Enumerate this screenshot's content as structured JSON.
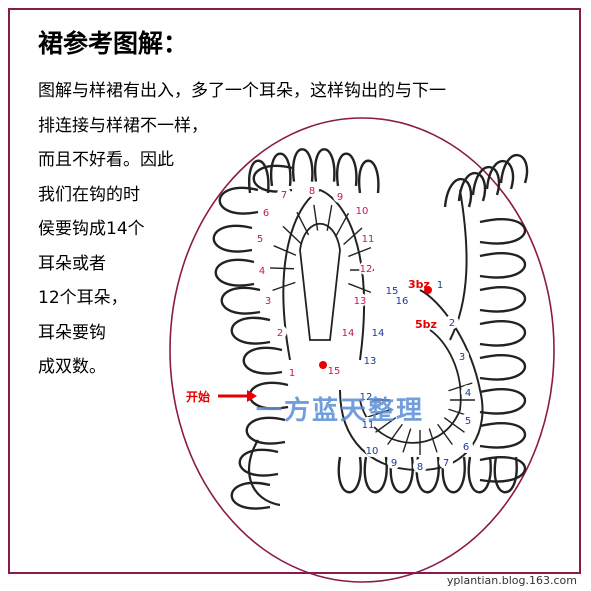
{
  "title": "裙参考图解：",
  "description_lines": [
    "图解与样裙有出入，多了一个耳朵，这样钩出的与下一",
    "排连接与样裙不一样，",
    "而且不好看。因此",
    "我们在钩的时",
    "侯要钩成14个",
    "耳朵或者",
    "12个耳朵，",
    "耳朵要钩",
    "成双数。"
  ],
  "diagram": {
    "start_label": "开始",
    "tag_3bz": "3bz",
    "tag_5bz": "5bz",
    "watermark": "一方蓝天整理",
    "left_loop_numbers": [
      "1",
      "2",
      "3",
      "4",
      "5",
      "6",
      "7",
      "8",
      "9",
      "10",
      "11",
      "12",
      "13",
      "14",
      "15"
    ],
    "right_loop_numbers": [
      "1",
      "2",
      "3",
      "4",
      "5",
      "6",
      "7",
      "8",
      "9",
      "10",
      "11",
      "12",
      "13",
      "14",
      "15",
      "16"
    ],
    "colors": {
      "left_numbers": "#cc1166",
      "right_numbers": "#1a3a9a",
      "oval": "#8b1a4a",
      "arrow": "#e60000"
    }
  },
  "footer": "yplantian.blog.163.com"
}
